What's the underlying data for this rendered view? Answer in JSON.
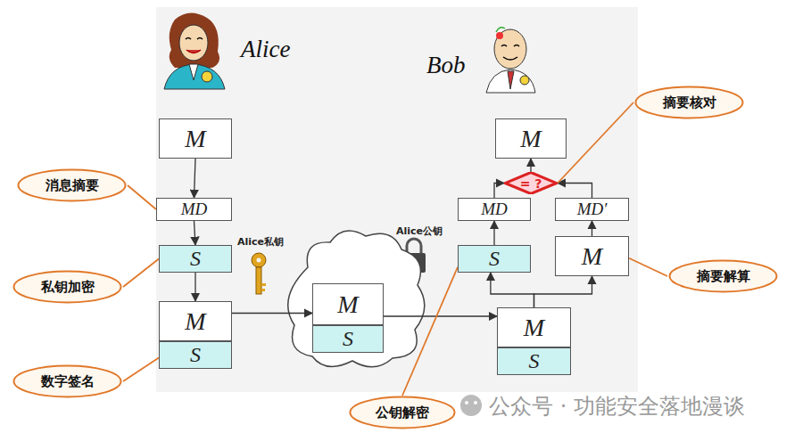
{
  "diagram": {
    "nodes": [
      {
        "text": [
          "M"
        ]
      },
      {
        "text": [
          "MD"
        ]
      },
      {
        "text": [
          "S"
        ]
      },
      {
        "text": [
          "M"
        ]
      },
      {
        "text": [
          "S"
        ]
      },
      {
        "text": [
          "M"
        ]
      },
      {
        "text": [
          "S"
        ]
      },
      {
        "text": [
          "M"
        ]
      },
      {
        "text": [
          "S"
        ]
      },
      {
        "text": [
          "S"
        ]
      },
      {
        "text": [
          "MD"
        ]
      },
      {
        "text": [
          "M"
        ]
      },
      {
        "text": [
          "MD′"
        ]
      },
      {
        "text": [
          "= ?"
        ]
      },
      {
        "text": [
          "M"
        ]
      },
      {
        "text": [
          "消息摘要"
        ]
      },
      {
        "text": [
          "私钥加密"
        ]
      },
      {
        "text": [
          "数字签名"
        ]
      },
      {
        "text": [
          "摘要核对"
        ]
      },
      {
        "text": [
          "摘要解算"
        ]
      },
      {
        "text": [
          "公钥解密"
        ]
      }
    ],
    "edges": [
      {
        "from": 0,
        "to": 1,
        "arrow": "to"
      },
      {
        "from": 1,
        "to": 2,
        "arrow": "to"
      },
      {
        "from": 2,
        "to": 3,
        "arrow": "to"
      },
      {
        "from": 3,
        "to": 5,
        "arrow": "to"
      },
      {
        "from": 5,
        "to": 7,
        "arrow": "to"
      },
      {
        "from": 7,
        "to": 9,
        "arrow": "to"
      },
      {
        "from": 7,
        "to": 11,
        "arrow": "to"
      },
      {
        "from": 9,
        "to": 10,
        "arrow": "to"
      },
      {
        "from": 11,
        "to": 12,
        "arrow": "to"
      },
      {
        "from": 10,
        "to": 13,
        "arrow": "to"
      },
      {
        "from": 12,
        "to": 13,
        "arrow": "to"
      },
      {
        "from": 13,
        "to": 14,
        "arrow": "to"
      },
      {
        "from": 15,
        "to": 1,
        "arrow": "none"
      },
      {
        "from": 16,
        "to": 2,
        "arrow": "none"
      },
      {
        "from": 17,
        "to": 4,
        "arrow": "none"
      },
      {
        "from": 18,
        "to": 13,
        "arrow": "none"
      },
      {
        "from": 19,
        "to": 11,
        "arrow": "none"
      },
      {
        "from": 20,
        "to": 9,
        "arrow": "none"
      }
    ],
    "labels": [
      "Alice",
      "Bob",
      "Alice私钥",
      "Alice公钥",
      "公众号 · 功能安全落地漫谈"
    ]
  }
}
